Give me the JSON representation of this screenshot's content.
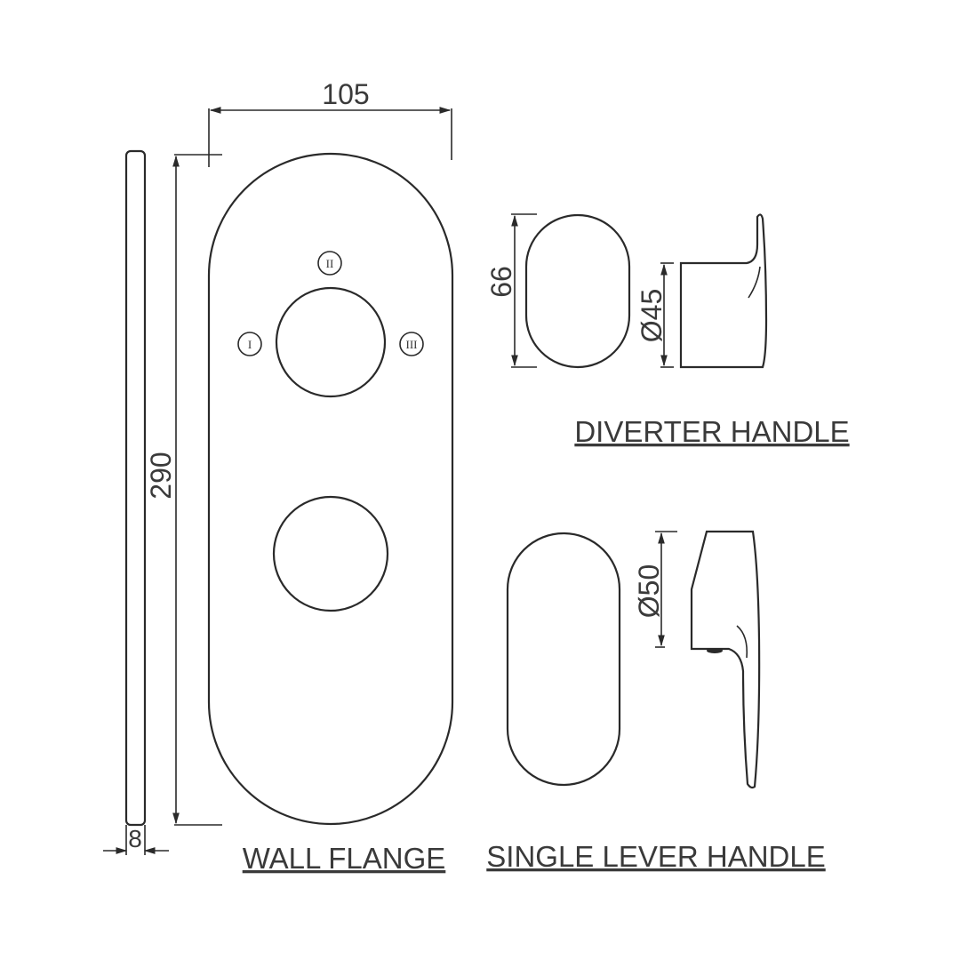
{
  "drawing": {
    "title": "Shower mixer wall flange and handles dimension drawing",
    "line_color": "#2a2a2a",
    "text_color": "#3a3a3a",
    "background": "#ffffff",
    "wall_flange": {
      "label": "WALL FLANGE",
      "width_dim": "105",
      "height_dim": "290",
      "thickness_dim": "8",
      "position_marks": [
        "I",
        "II",
        "III"
      ]
    },
    "diverter_handle": {
      "label": "DIVERTER HANDLE",
      "height_dim": "66",
      "diameter_dim": "Ø45"
    },
    "single_lever_handle": {
      "label": "SINGLE LEVER HANDLE",
      "diameter_dim": "Ø50"
    }
  }
}
